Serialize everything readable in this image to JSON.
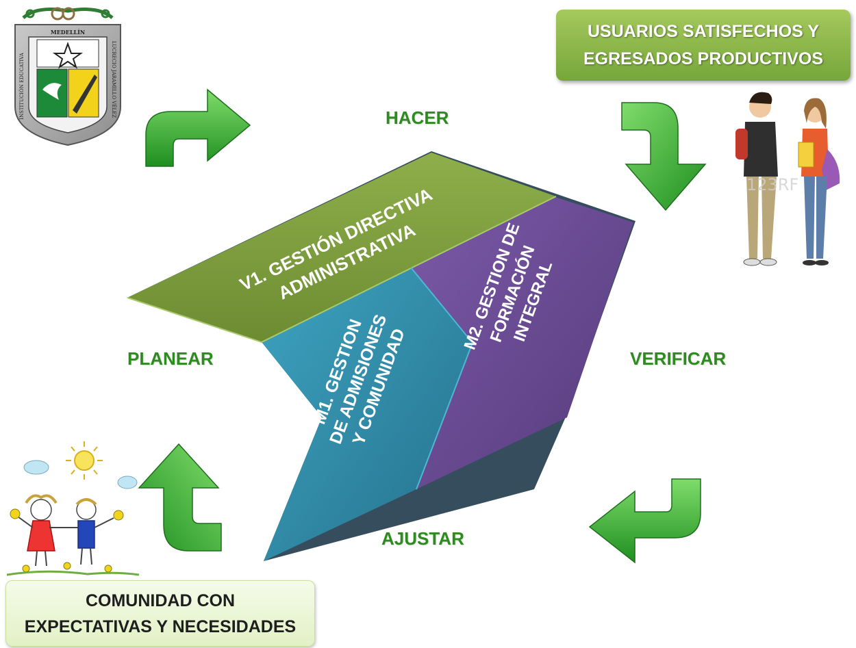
{
  "cycle": {
    "hacer": "HACER",
    "planear": "PLANEAR",
    "verificar": "VERIFICAR",
    "ajustar": "AJUSTAR"
  },
  "top_box": {
    "line1": "USUARIOS  SATISFECHOS Y",
    "line2": "EGRESADOS PRODUCTIVOS"
  },
  "bottom_box": {
    "line1": "COMUNIDAD CON",
    "line2": "EXPECTATIVAS Y NECESIDADES"
  },
  "v1": {
    "line1": "V1. GESTIÓN DIRECTIVA",
    "line2": "ADMINISTRATIVA"
  },
  "m1": {
    "line1": "M1.  GESTION",
    "line2": "DE ADMISIONES",
    "line3": "Y COMUNIDAD"
  },
  "m2": {
    "line1": "M2. GESTION DE",
    "line2": "FORMACIÓN",
    "line3": "INTEGRAL"
  },
  "logo": {
    "top_text": "MEDELLÍN",
    "left_text": "INSTITUCIÓN EDUCATIVA",
    "right_text": "LUCRECIO JARAMILLO VÉLEZ"
  },
  "watermark": "123RF",
  "colors": {
    "green_panel": "#7f9e3f",
    "teal_panel": "#2e8fad",
    "purple_panel": "#6a4c93",
    "arrow_green": "#3bb33b",
    "label_green": "#2e8b1f"
  }
}
